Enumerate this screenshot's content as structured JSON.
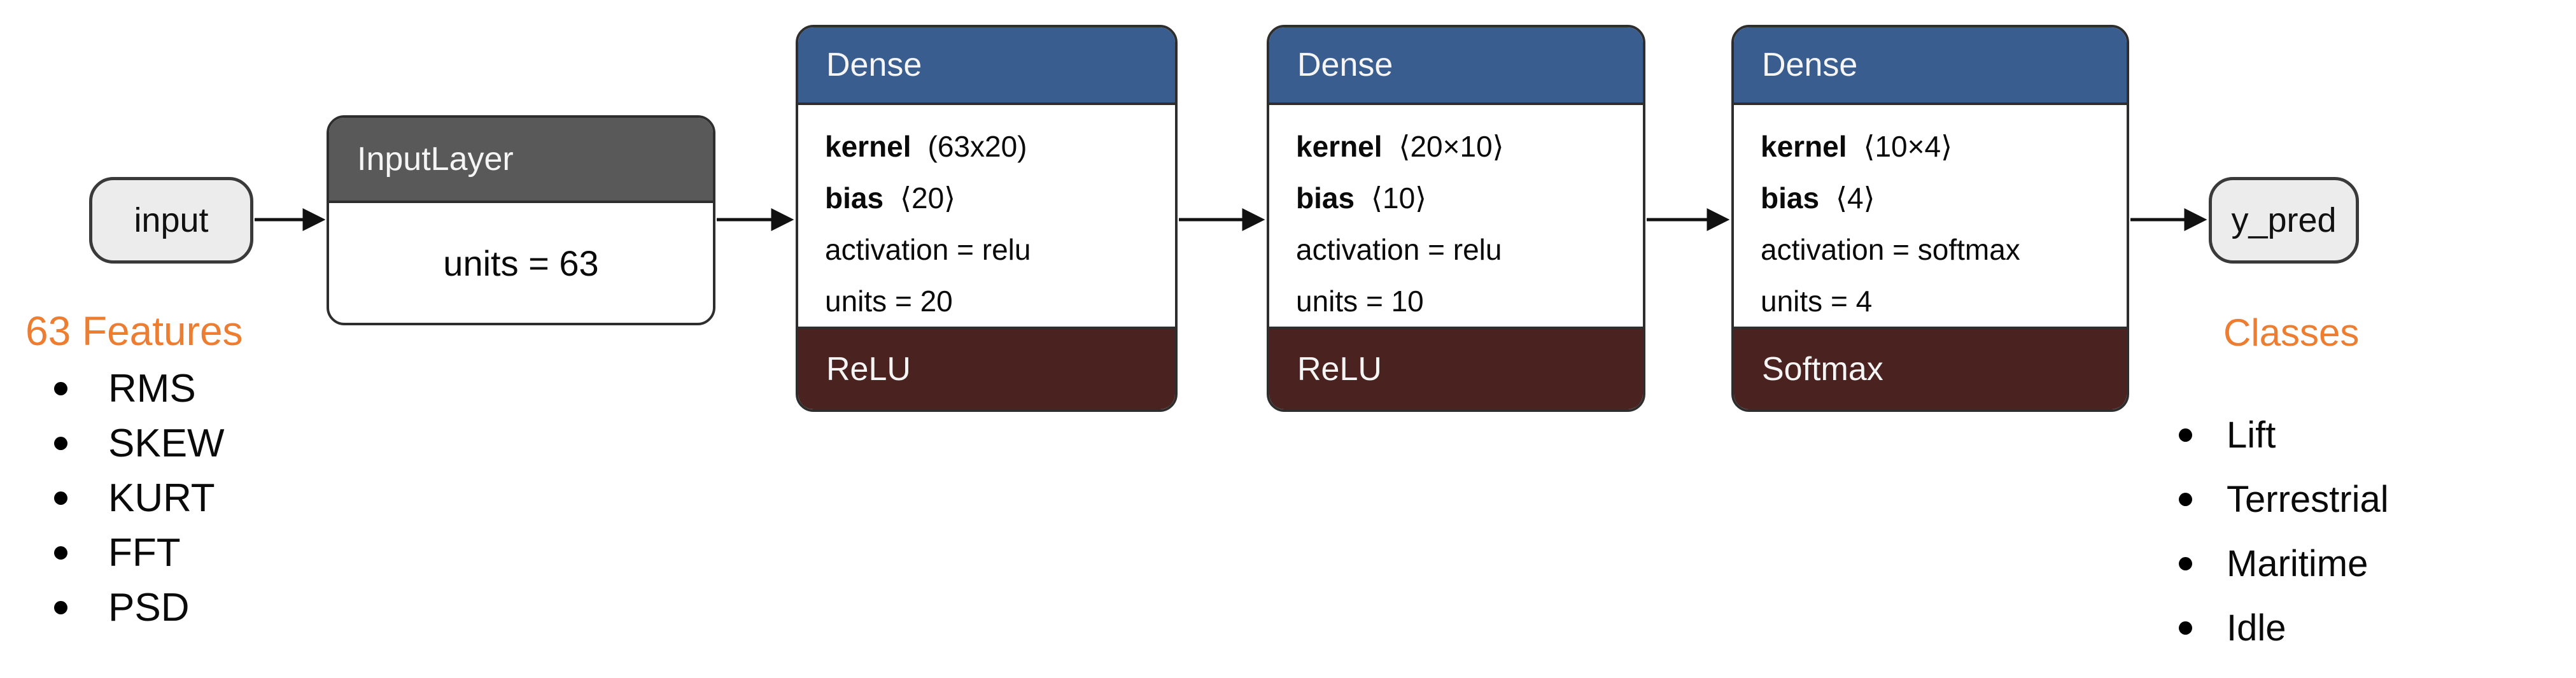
{
  "diagram": {
    "input_node": {
      "label": "input"
    },
    "output_node": {
      "label": "y_pred"
    },
    "input_layer": {
      "title": "InputLayer",
      "units": "units = 63"
    },
    "dense_layers": [
      {
        "title": "Dense",
        "kernel_label": "kernel",
        "kernel_value": "(63x20)",
        "bias_label": "bias",
        "bias_value": "⟨20⟩",
        "activation": "activation = relu",
        "units": "units = 20",
        "footer": "ReLU"
      },
      {
        "title": "Dense",
        "kernel_label": "kernel",
        "kernel_value": "⟨20×10⟩",
        "bias_label": "bias",
        "bias_value": "⟨10⟩",
        "activation": "activation = relu",
        "units": "units = 10",
        "footer": "ReLU"
      },
      {
        "title": "Dense",
        "kernel_label": "kernel",
        "kernel_value": "⟨10×4⟩",
        "bias_label": "bias",
        "bias_value": "⟨4⟩",
        "activation": "activation = softmax",
        "units": "units = 4",
        "footer": "Softmax"
      }
    ],
    "features": {
      "heading": "63 Features",
      "items": [
        "RMS",
        "SKEW",
        "KURT",
        "FFT",
        "PSD"
      ]
    },
    "classes": {
      "heading": "Classes",
      "items": [
        "Lift",
        "Terrestrial",
        "Maritime",
        "Idle"
      ]
    },
    "colors": {
      "accent_orange": "#ed7d31",
      "dense_header_blue": "#3a5d90",
      "activation_footer_maroon": "#4a2320",
      "inputlayer_header_gray": "#595959",
      "terminal_node_fill": "#ececec",
      "box_border": "#2e2e2e",
      "arrow_black": "#111111"
    }
  }
}
